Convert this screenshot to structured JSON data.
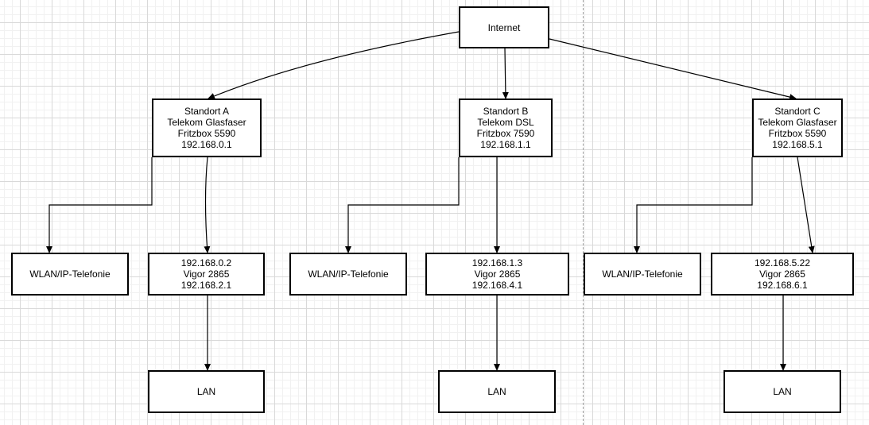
{
  "diagram": {
    "type": "network-topology",
    "nodes": {
      "internet": {
        "lines": [
          "Internet"
        ]
      },
      "site_a": {
        "lines": [
          "Standort A",
          "Telekom Glasfaser",
          "Fritzbox 5590",
          "192.168.0.1"
        ]
      },
      "site_b": {
        "lines": [
          "Standort B",
          "Telekom DSL",
          "Fritzbox 7590",
          "192.168.1.1"
        ]
      },
      "site_c": {
        "lines": [
          "Standort C",
          "Telekom Glasfaser",
          "Fritzbox 5590",
          "192.168.5.1"
        ]
      },
      "wlan_a": {
        "lines": [
          "WLAN/IP-Telefonie"
        ]
      },
      "vigor_a": {
        "lines": [
          "192.168.0.2",
          "Vigor 2865",
          "192.168.2.1"
        ]
      },
      "lan_a": {
        "lines": [
          "LAN"
        ]
      },
      "wlan_b": {
        "lines": [
          "WLAN/IP-Telefonie"
        ]
      },
      "vigor_b": {
        "lines": [
          "192.168.1.3",
          "Vigor 2865",
          "192.168.4.1"
        ]
      },
      "lan_b": {
        "lines": [
          "LAN"
        ]
      },
      "wlan_c": {
        "lines": [
          "WLAN/IP-Telefonie"
        ]
      },
      "vigor_c": {
        "lines": [
          "192.168.5.22",
          "Vigor 2865",
          "192.168.6.1"
        ]
      },
      "lan_c": {
        "lines": [
          "LAN"
        ]
      }
    },
    "edges": [
      {
        "from": "internet",
        "to": "site_a"
      },
      {
        "from": "internet",
        "to": "site_b"
      },
      {
        "from": "internet",
        "to": "site_c"
      },
      {
        "from": "site_a",
        "to": "wlan_a"
      },
      {
        "from": "site_a",
        "to": "vigor_a"
      },
      {
        "from": "vigor_a",
        "to": "lan_a"
      },
      {
        "from": "site_b",
        "to": "wlan_b"
      },
      {
        "from": "site_b",
        "to": "vigor_b"
      },
      {
        "from": "vigor_b",
        "to": "lan_b"
      },
      {
        "from": "site_c",
        "to": "wlan_c"
      },
      {
        "from": "site_c",
        "to": "vigor_c"
      },
      {
        "from": "vigor_c",
        "to": "lan_c"
      }
    ]
  }
}
